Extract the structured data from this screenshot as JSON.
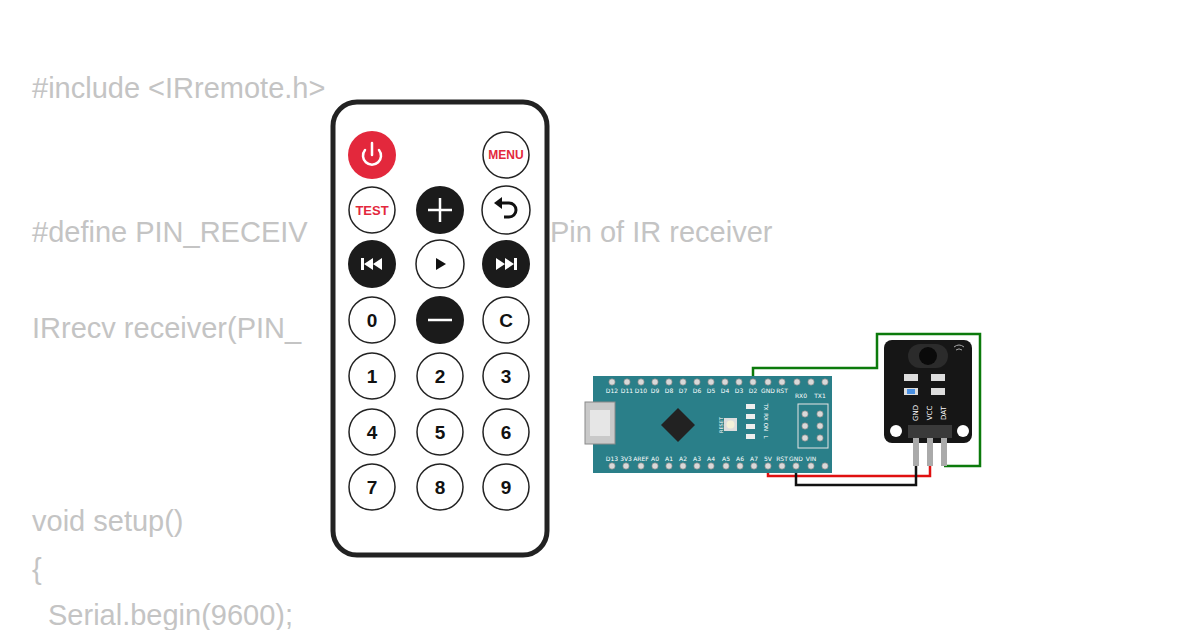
{
  "diagram": {
    "nodes": [
      {
        "text": [
          "MENU"
        ]
      },
      {
        "text": [
          "TEST"
        ]
      },
      {
        "text": [
          "0"
        ]
      },
      {
        "text": [
          "C"
        ]
      },
      {
        "text": [
          "1"
        ]
      },
      {
        "text": [
          "2"
        ]
      },
      {
        "text": [
          "3"
        ]
      },
      {
        "text": [
          "4"
        ]
      },
      {
        "text": [
          "5"
        ]
      },
      {
        "text": [
          "6"
        ]
      },
      {
        "text": [
          "7"
        ]
      },
      {
        "text": [
          "8"
        ]
      },
      {
        "text": [
          "9"
        ]
      }
    ],
    "labels": [
      "#include <IRremote.h>",
      "#define PIN_RECEIV",
      "Pin of IR receiver",
      "IRrecv receiver(PIN_",
      "void setup()",
      "{",
      "Serial.begin(9600);",
      "D12",
      "D11",
      "D10",
      "D9",
      "D8",
      "D7",
      "D6",
      "D5",
      "D4",
      "D3",
      "D2",
      "GND",
      "RST",
      "RX0",
      "TX1",
      "D13",
      "3V3",
      "AREF",
      "A0",
      "A1",
      "A2",
      "A3",
      "A4",
      "A5",
      "A6",
      "A7",
      "5V",
      "RST",
      "GND",
      "VIN",
      "RESET",
      "TX",
      "RX",
      "ON",
      "L",
      "GND",
      "VCC",
      "DAT"
    ]
  }
}
